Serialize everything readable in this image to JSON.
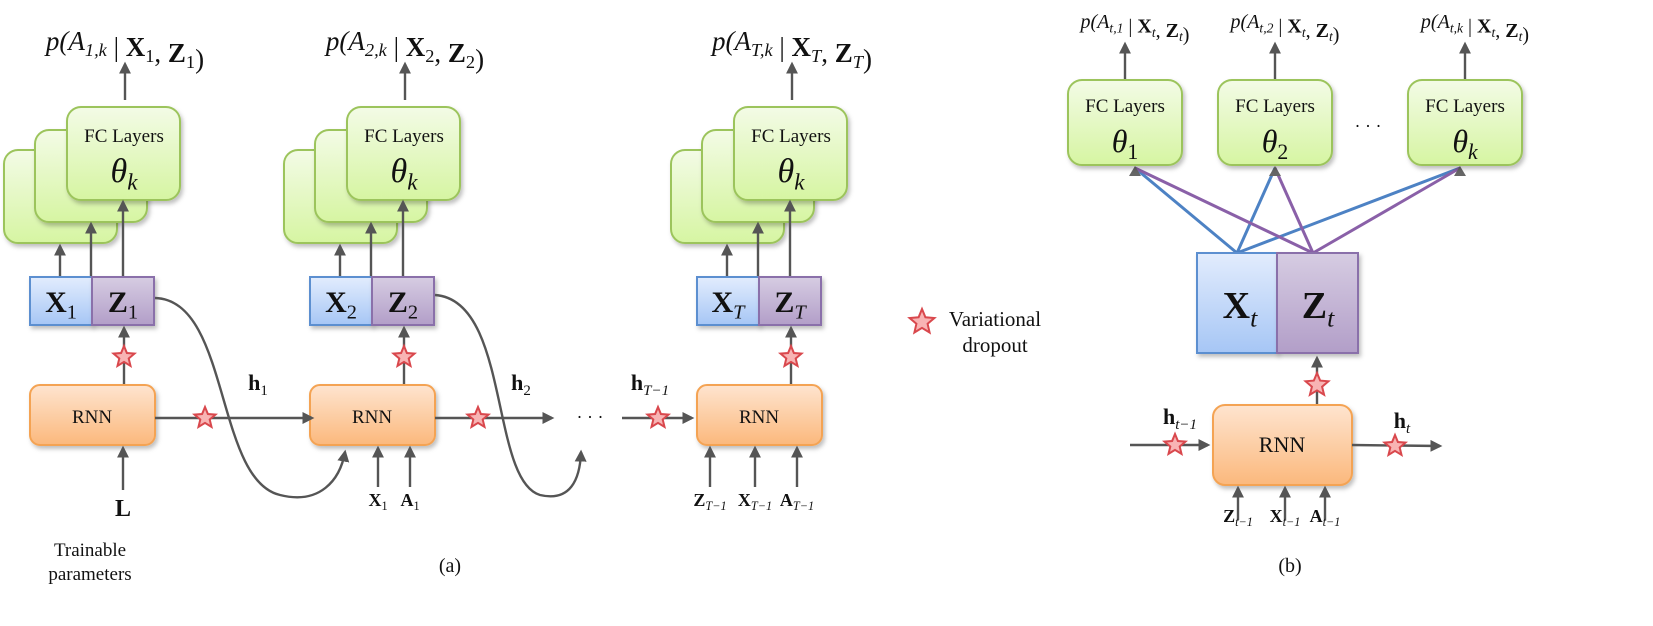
{
  "panel_a": {
    "caption": "(a)",
    "outputs": [
      [
        [
          "p(",
          "i"
        ],
        [
          "A",
          "i"
        ],
        [
          "1,k",
          "sub"
        ],
        [
          " | ",
          "r"
        ],
        [
          "X",
          "b"
        ],
        [
          "1",
          "subr"
        ],
        [
          ", ",
          "r"
        ],
        [
          "Z",
          "b"
        ],
        [
          "1",
          "subr"
        ],
        [
          ")",
          "r"
        ]
      ],
      [
        [
          "p(",
          "i"
        ],
        [
          "A",
          "i"
        ],
        [
          "2,k",
          "sub"
        ],
        [
          " | ",
          "r"
        ],
        [
          "X",
          "b"
        ],
        [
          "2",
          "subr"
        ],
        [
          ", ",
          "r"
        ],
        [
          "Z",
          "b"
        ],
        [
          "2",
          "subr"
        ],
        [
          ")",
          "r"
        ]
      ],
      [
        [
          "p(",
          "i"
        ],
        [
          "A",
          "i"
        ],
        [
          "T,k",
          "sub"
        ],
        [
          " | ",
          "r"
        ],
        [
          "X",
          "b"
        ],
        [
          "T",
          "sub"
        ],
        [
          ", ",
          "r"
        ],
        [
          "Z",
          "b"
        ],
        [
          "T",
          "sub"
        ],
        [
          ")",
          "r"
        ]
      ]
    ],
    "fc_label": "FC Layers",
    "fc_param": [
      [
        "θ",
        "i"
      ],
      [
        "k",
        "sub"
      ]
    ],
    "x_boxes": [
      [
        [
          "X",
          "b"
        ],
        [
          "1",
          "subr"
        ]
      ],
      [
        [
          "X",
          "b"
        ],
        [
          "2",
          "subr"
        ]
      ],
      [
        [
          "X",
          "b"
        ],
        [
          "T",
          "sub"
        ]
      ]
    ],
    "z_boxes": [
      [
        [
          "Z",
          "b"
        ],
        [
          "1",
          "subr"
        ]
      ],
      [
        [
          "Z",
          "b"
        ],
        [
          "2",
          "subr"
        ]
      ],
      [
        [
          "Z",
          "b"
        ],
        [
          "T",
          "sub"
        ]
      ]
    ],
    "rnn_label": "RNN",
    "hidden": [
      [
        [
          "h",
          "b"
        ],
        [
          "1",
          "subr"
        ]
      ],
      [
        [
          "h",
          "b"
        ],
        [
          "2",
          "subr"
        ]
      ],
      [
        [
          "h",
          "b"
        ],
        [
          "T−1",
          "sub"
        ]
      ]
    ],
    "ellipsis": "· · ·",
    "init_input": [
      [
        "L",
        "b"
      ]
    ],
    "init_caption": [
      "Trainable",
      "parameters"
    ],
    "inputs_2": [
      [
        [
          "X",
          "b"
        ],
        [
          "1",
          "subr"
        ]
      ],
      [
        [
          "A",
          "b"
        ],
        [
          "1",
          "subr"
        ]
      ]
    ],
    "inputs_T": [
      [
        [
          "Z",
          "b"
        ],
        [
          "T−1",
          "sub"
        ]
      ],
      [
        [
          "X",
          "b"
        ],
        [
          "T−1",
          "sub"
        ]
      ],
      [
        [
          "A",
          "b"
        ],
        [
          "T−1",
          "sub"
        ]
      ]
    ]
  },
  "legend": {
    "icon": "star-icon",
    "label_lines": [
      "Variational",
      "dropout"
    ]
  },
  "panel_b": {
    "caption": "(b)",
    "outputs": [
      [
        [
          "p(",
          "i"
        ],
        [
          "A",
          "i"
        ],
        [
          "t,1",
          "sub"
        ],
        [
          " | ",
          "r"
        ],
        [
          "X",
          "b"
        ],
        [
          "t",
          "sub"
        ],
        [
          ", ",
          "r"
        ],
        [
          "Z",
          "b"
        ],
        [
          "t",
          "sub"
        ],
        [
          ")",
          "r"
        ]
      ],
      [
        [
          "p(",
          "i"
        ],
        [
          "A",
          "i"
        ],
        [
          "t,2",
          "sub"
        ],
        [
          " | ",
          "r"
        ],
        [
          "X",
          "b"
        ],
        [
          "t",
          "sub"
        ],
        [
          ", ",
          "r"
        ],
        [
          "Z",
          "b"
        ],
        [
          "t",
          "sub"
        ],
        [
          ")",
          "r"
        ]
      ],
      [
        [
          "p(",
          "i"
        ],
        [
          "A",
          "i"
        ],
        [
          "t,k",
          "sub"
        ],
        [
          " | ",
          "r"
        ],
        [
          "X",
          "b"
        ],
        [
          "t",
          "sub"
        ],
        [
          ", ",
          "r"
        ],
        [
          "Z",
          "b"
        ],
        [
          "t",
          "sub"
        ],
        [
          ")",
          "r"
        ]
      ]
    ],
    "fc_label": "FC Layers",
    "fc_params": [
      [
        [
          "θ",
          "i"
        ],
        [
          "1",
          "subr"
        ]
      ],
      [
        [
          "θ",
          "i"
        ],
        [
          "2",
          "subr"
        ]
      ],
      [
        [
          "θ",
          "i"
        ],
        [
          "k",
          "sub"
        ]
      ]
    ],
    "ellipsis": "· · ·",
    "x_box": [
      [
        "X",
        "b"
      ],
      [
        "t",
        "sub"
      ]
    ],
    "z_box": [
      [
        "Z",
        "b"
      ],
      [
        "t",
        "sub"
      ]
    ],
    "rnn_label": "RNN",
    "h_prev": [
      [
        "h",
        "b"
      ],
      [
        "t−1",
        "sub"
      ]
    ],
    "h_next": [
      [
        "h",
        "b"
      ],
      [
        "t",
        "sub"
      ]
    ],
    "inputs": [
      [
        [
          "Z",
          "b"
        ],
        [
          "t−1",
          "sub"
        ]
      ],
      [
        [
          "X",
          "b"
        ],
        [
          "t−1",
          "sub"
        ]
      ],
      [
        [
          "A",
          "b"
        ],
        [
          "t−1",
          "sub"
        ]
      ]
    ]
  },
  "colors": {
    "fc_fill": "#def7b8",
    "fc_border": "#9cc45c",
    "x_fill": "#bcd5fa",
    "x_border": "#5b8fd0",
    "z_fill": "#c4b6d6",
    "z_border": "#8a70aa",
    "rnn_fill": "#fdd0a6",
    "rnn_border": "#f4a352",
    "star_fill": "#f8b4b4",
    "star_border": "#d9484d",
    "blue_link": "#4d82c4",
    "purple_link": "#8a60a8"
  }
}
